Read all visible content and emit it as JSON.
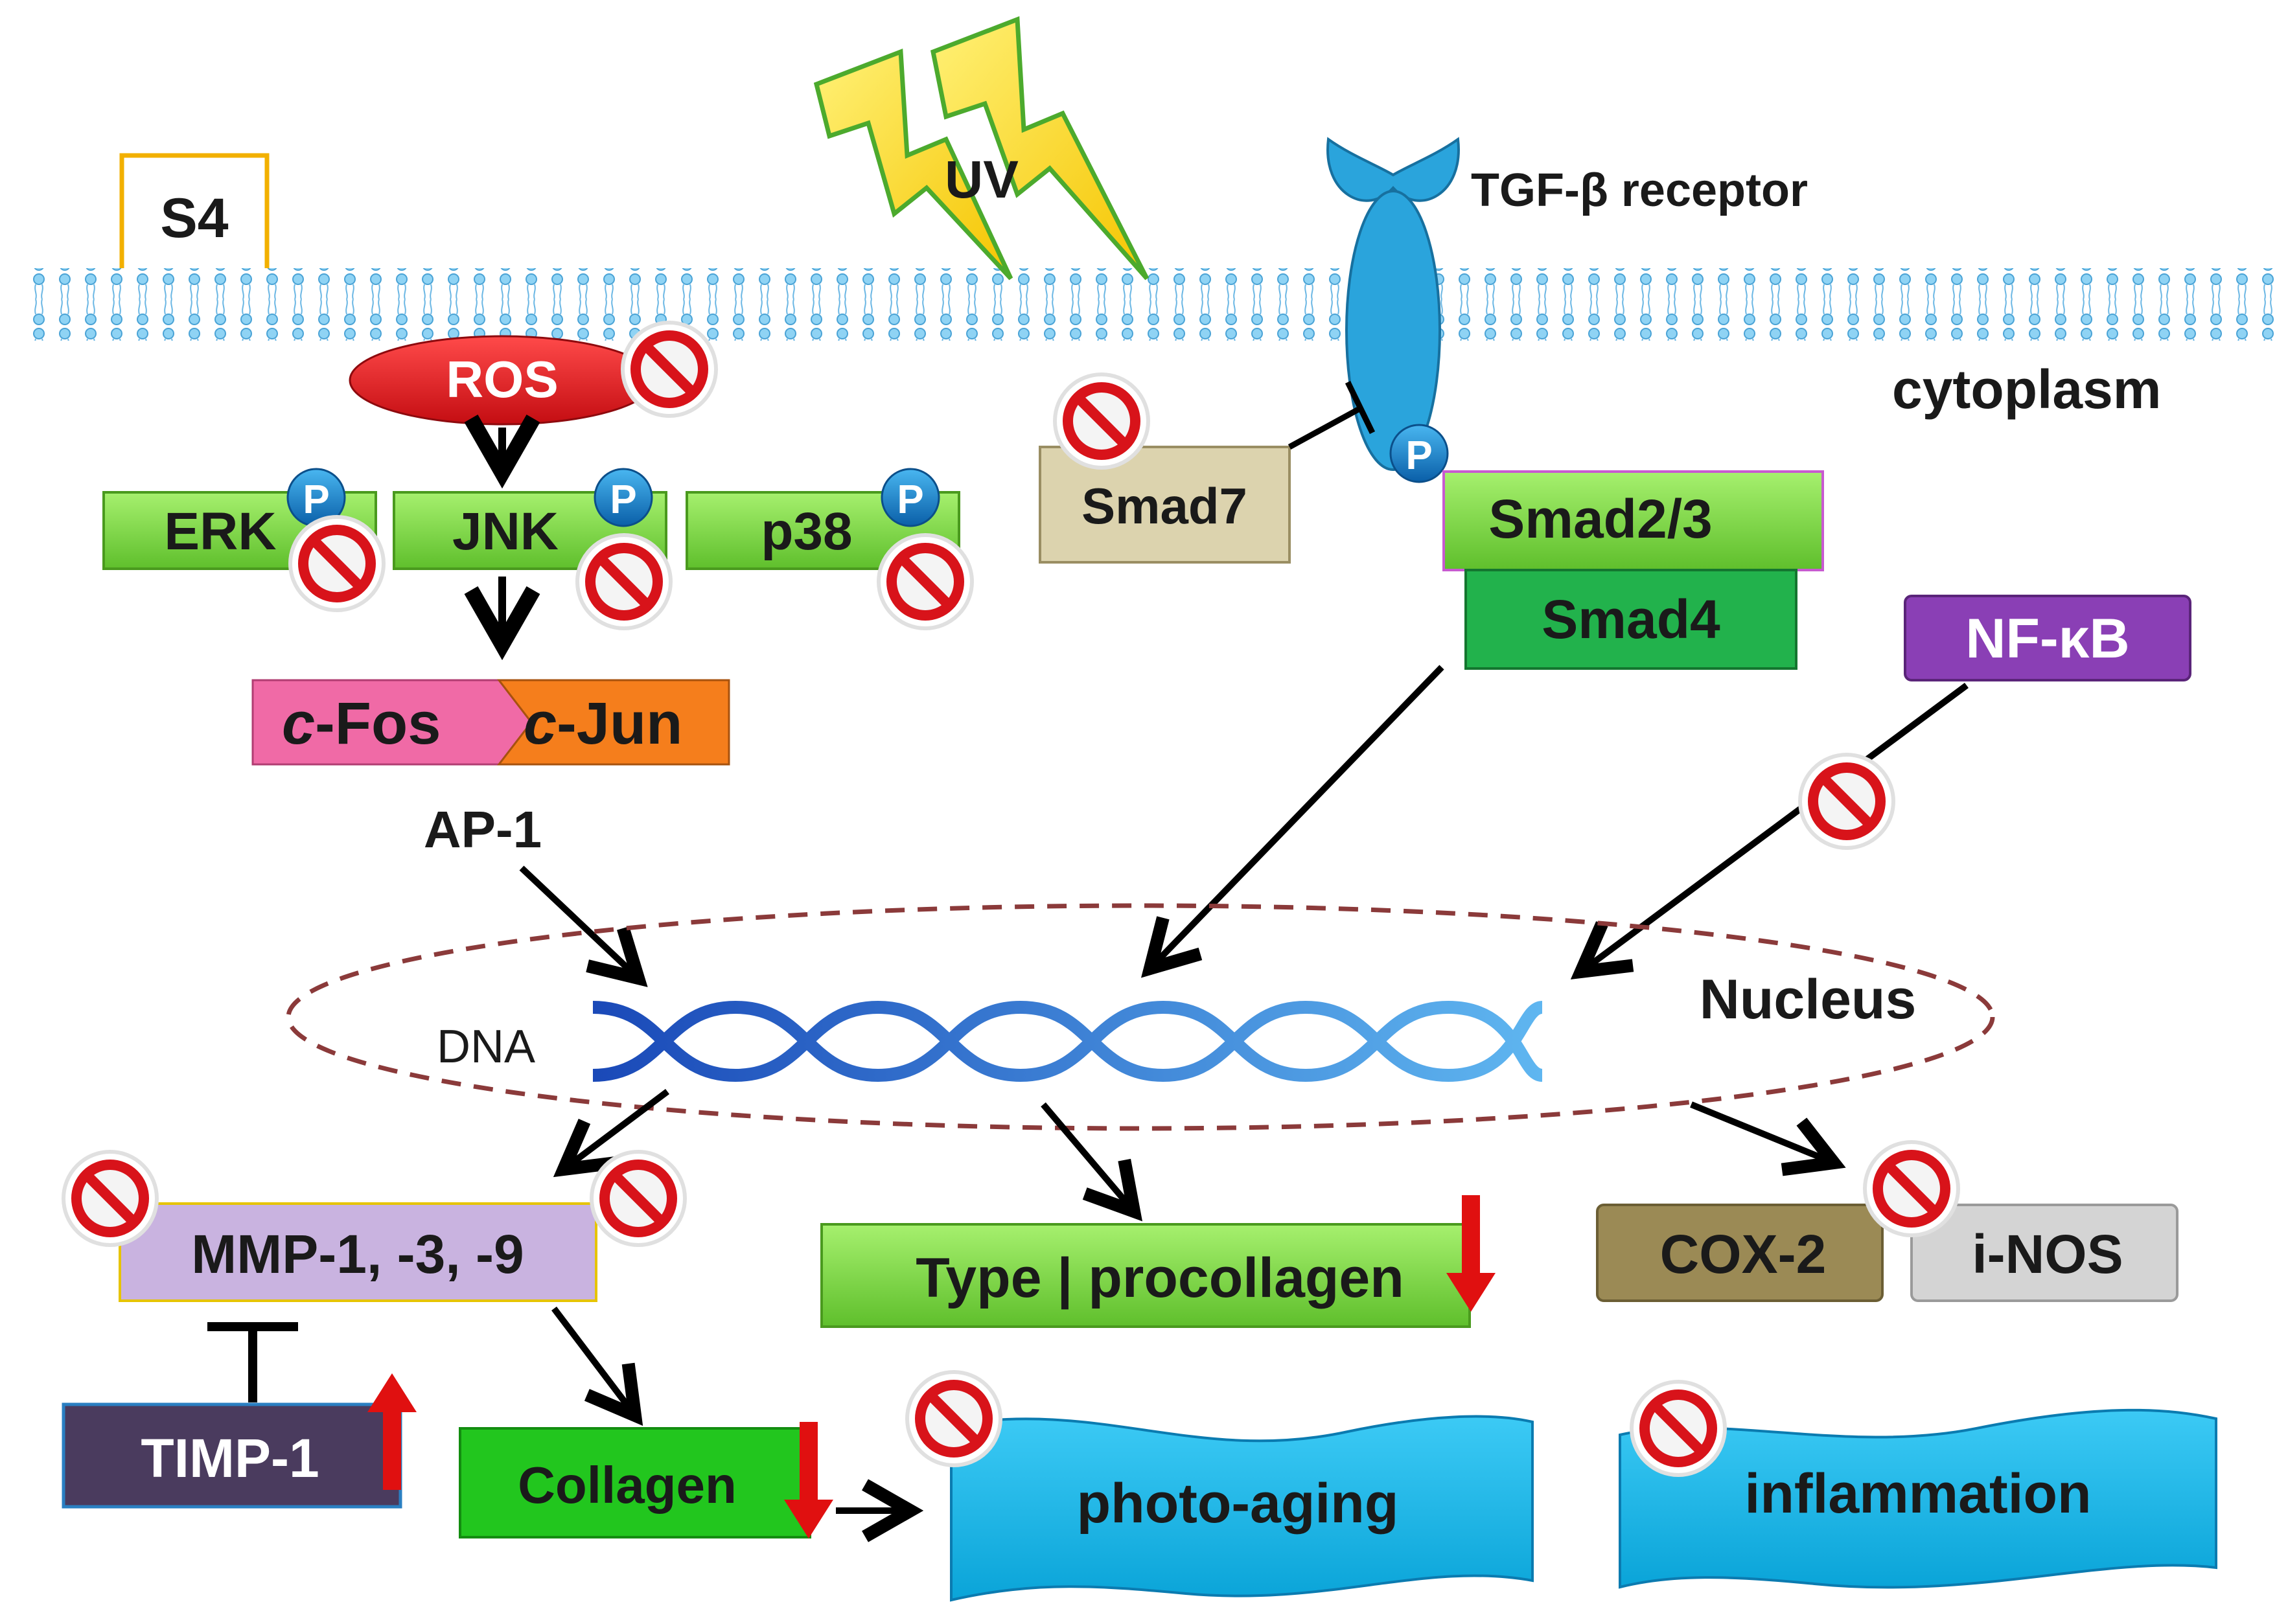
{
  "panel_label": "S4",
  "stimulus": "UV",
  "receptor_label": "TGF-β receptor",
  "compartment_cytoplasm": "cytoplasm",
  "compartment_nucleus": "Nucleus",
  "dna_label": "DNA",
  "ros": "ROS",
  "phospho": "P",
  "kinases": {
    "erk": "ERK",
    "jnk": "JNK",
    "p38": "p38"
  },
  "ap1": {
    "fos_prefix": "c",
    "fos_rest": "-Fos",
    "jun_prefix": "c",
    "jun_rest": "-Jun",
    "complex": "AP-1"
  },
  "smads": {
    "smad7": "Smad7",
    "smad23": "Smad2/3",
    "smad4": "Smad4"
  },
  "nfkb": "NF-κB",
  "mmp": "MMP-1, -3, -9",
  "timp": "TIMP-1",
  "procollagen": "Type | procollagen",
  "collagen": "Collagen",
  "cox2": "COX-2",
  "inos": "i-NOS",
  "outcomes": {
    "photoaging": "photo-aging",
    "inflammation": "inflammation"
  },
  "colors": {
    "kinase_green": "#7ed84a",
    "ros_red": "#e8141b",
    "fos_pink": "#f06aa6",
    "jun_orange": "#f57e1c",
    "smad7_tan": "#dcd3ae",
    "smad4_green": "#22b24c",
    "nfkb_purple": "#8a3fb5",
    "mmp_lavender": "#c9b3e0",
    "timp_dark": "#4a3b5e",
    "cox2_olive": "#9b8a55",
    "inos_gray": "#d4d4d4",
    "outcome_cyan": "#14b8ee",
    "receptor_blue": "#2aa4dc",
    "nucleus_border": "#8b3a3a",
    "arrow_down_red": "#e01010"
  }
}
